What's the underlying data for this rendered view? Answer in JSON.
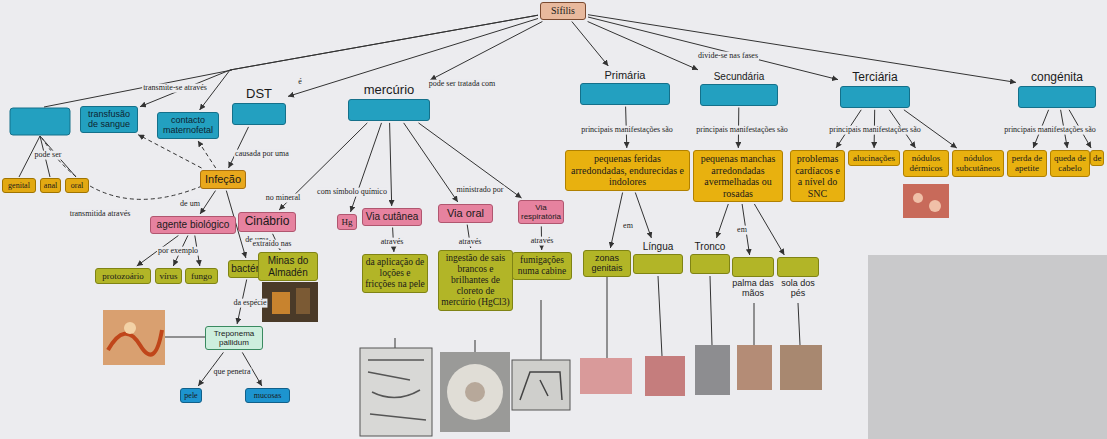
{
  "diagram": {
    "nodes": [
      {
        "text": [
          "Sífilis"
        ]
      },
      {
        "text": [
          "transfusão de sangue"
        ]
      },
      {
        "text": [
          "contacto maternofetal"
        ]
      },
      {
        "text": [
          "DST"
        ]
      },
      {
        "text": [
          "mercúrio"
        ]
      },
      {
        "text": [
          "Primária"
        ]
      },
      {
        "text": [
          "Secundária"
        ]
      },
      {
        "text": [
          "Terciária"
        ]
      },
      {
        "text": [
          "congénita"
        ]
      },
      {
        "text": [
          "genital"
        ]
      },
      {
        "text": [
          "anal"
        ]
      },
      {
        "text": [
          "oral"
        ]
      },
      {
        "text": [
          "Infeção"
        ]
      },
      {
        "text": [
          "agente biológico"
        ]
      },
      {
        "text": [
          "bactéria"
        ]
      },
      {
        "text": [
          "protozoário"
        ]
      },
      {
        "text": [
          "vírus"
        ]
      },
      {
        "text": [
          "fungo"
        ]
      },
      {
        "text": [
          "Treponema pallidum"
        ]
      },
      {
        "text": [
          "pele"
        ]
      },
      {
        "text": [
          "mucosas"
        ]
      },
      {
        "text": [
          "Cinábrio"
        ]
      },
      {
        "text": [
          "Minas do Almadén"
        ]
      },
      {
        "text": [
          "Hg"
        ]
      },
      {
        "text": [
          "Via cutânea"
        ]
      },
      {
        "text": [
          "Via oral"
        ]
      },
      {
        "text": [
          "Via respiratória"
        ]
      },
      {
        "text": [
          "da aplicação de loções e fricções na pele"
        ]
      },
      {
        "text": [
          "ingestão de sais brancos e brilhantes de cloreto de mercúrio (HgCl3)"
        ]
      },
      {
        "text": [
          "fumigações numa cabine"
        ]
      },
      {
        "text": [
          "pequenas feridas arredondadas, endurecidas e indolores"
        ]
      },
      {
        "text": [
          "zonas genitais"
        ]
      },
      {
        "text": [
          "Língua"
        ]
      },
      {
        "text": [
          "pequenas manchas arredondadas avermelhadas ou rosadas"
        ]
      },
      {
        "text": [
          "Tronco"
        ]
      },
      {
        "text": [
          "palma das mãos"
        ]
      },
      {
        "text": [
          "sola dos pés"
        ]
      },
      {
        "text": [
          "problemas cardíacos e a nível do SNC"
        ]
      },
      {
        "text": [
          "alucinações"
        ]
      },
      {
        "text": [
          "nódulos dérmicos"
        ]
      },
      {
        "text": [
          "nódulos subcutâneos"
        ]
      },
      {
        "text": [
          "perda de apetite"
        ]
      },
      {
        "text": [
          "queda de cabelo"
        ]
      },
      {
        "text": [
          "de"
        ]
      }
    ],
    "edges": [
      {
        "from": 0,
        "to": 1,
        "label": "transmite-se através",
        "arrow": "to"
      },
      {
        "from": 0,
        "to": 2,
        "arrow": "to"
      },
      {
        "from": 0,
        "to": 3,
        "label": "é",
        "arrow": "to"
      },
      {
        "from": 0,
        "to": 4,
        "label": "pode ser tratada com",
        "arrow": "to"
      },
      {
        "from": 0,
        "to": 5,
        "label": "divide-se nas fases",
        "arrow": "to"
      },
      {
        "from": 0,
        "to": 6,
        "arrow": "to"
      },
      {
        "from": 0,
        "to": 7,
        "arrow": "to"
      },
      {
        "from": 0,
        "to": 8,
        "arrow": "to"
      },
      {
        "from": 3,
        "to": 12,
        "label": "causada por uma",
        "arrow": "to"
      },
      {
        "from": 12,
        "to": 1,
        "label": "transmitida através",
        "arrow": "to"
      },
      {
        "from": 12,
        "to": 2,
        "arrow": "to"
      },
      {
        "from": 12,
        "to": 13,
        "label": "de um",
        "arrow": "to"
      },
      {
        "from": 12,
        "to": 14,
        "label": "de uma",
        "arrow": "to"
      },
      {
        "from": 13,
        "to": 15,
        "label": "por exemplo",
        "arrow": "to"
      },
      {
        "from": 13,
        "to": 16,
        "arrow": "to"
      },
      {
        "from": 13,
        "to": 17,
        "arrow": "to"
      },
      {
        "from": 14,
        "to": 18,
        "label": "da espécie",
        "arrow": "to"
      },
      {
        "from": 18,
        "to": 19,
        "label": "que penetra",
        "arrow": "to"
      },
      {
        "from": 18,
        "to": 20,
        "arrow": "to"
      },
      {
        "from": 4,
        "to": 21,
        "label": "no mineral",
        "arrow": "to"
      },
      {
        "from": 4,
        "to": 23,
        "label": "com símbolo químico",
        "arrow": "to"
      },
      {
        "from": 4,
        "to": 24,
        "label": "ministrado por",
        "arrow": "to"
      },
      {
        "from": 4,
        "to": 25,
        "arrow": "to"
      },
      {
        "from": 4,
        "to": 26,
        "arrow": "to"
      },
      {
        "from": 21,
        "to": 22,
        "label": "extraído nas",
        "arrow": "to"
      },
      {
        "from": 24,
        "to": 27,
        "label": "através",
        "arrow": "to"
      },
      {
        "from": 25,
        "to": 28,
        "label": "através",
        "arrow": "to"
      },
      {
        "from": 26,
        "to": 29,
        "label": "através",
        "arrow": "to"
      },
      {
        "from": 5,
        "to": 30,
        "label": "principais manifestações são",
        "arrow": "to"
      },
      {
        "from": 30,
        "to": 31,
        "label": "em",
        "arrow": "to"
      },
      {
        "from": 30,
        "to": 32,
        "arrow": "to"
      },
      {
        "from": 6,
        "to": 33,
        "label": "principais manifestações são",
        "arrow": "to"
      },
      {
        "from": 33,
        "to": 34,
        "label": "em",
        "arrow": "to"
      },
      {
        "from": 33,
        "to": 35,
        "arrow": "to"
      },
      {
        "from": 33,
        "to": 36,
        "arrow": "to"
      },
      {
        "from": 7,
        "to": 37,
        "label": "principais manifestações são",
        "arrow": "to"
      },
      {
        "from": 7,
        "to": 38,
        "arrow": "to"
      },
      {
        "from": 7,
        "to": 39,
        "arrow": "to"
      },
      {
        "from": 7,
        "to": 40,
        "arrow": "to"
      },
      {
        "from": 8,
        "to": 41,
        "label": "principais manifestações são",
        "arrow": "to"
      },
      {
        "from": 8,
        "to": 42,
        "arrow": "to"
      },
      {
        "from": 8,
        "to": 43,
        "arrow": "to"
      }
    ],
    "labels": [
      "pode ser"
    ]
  }
}
